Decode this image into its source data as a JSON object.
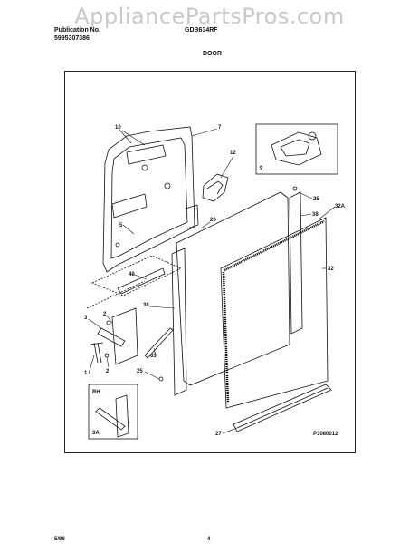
{
  "watermark": "AppliancePartsPros.com",
  "header": {
    "publication_label": "Publication No.",
    "publication_number": "5995307386",
    "model": "GDB634RF",
    "section": "DOOR"
  },
  "callouts": {
    "c10": "10",
    "c7": "7",
    "c12": "12",
    "c9": "9",
    "c25a": "25",
    "c32a": "32A",
    "c38a": "38",
    "c20": "20",
    "c5": "5",
    "c40": "40",
    "c32": "32",
    "c38b": "38",
    "c3": "3",
    "c2a": "2",
    "c2b": "2",
    "c1": "1",
    "c63": "63",
    "c25b": "25",
    "c27": "27",
    "rh": "RH",
    "c3a": "3A"
  },
  "figure_id": "P3080012",
  "footer": {
    "date": "5/98",
    "page": "4"
  }
}
